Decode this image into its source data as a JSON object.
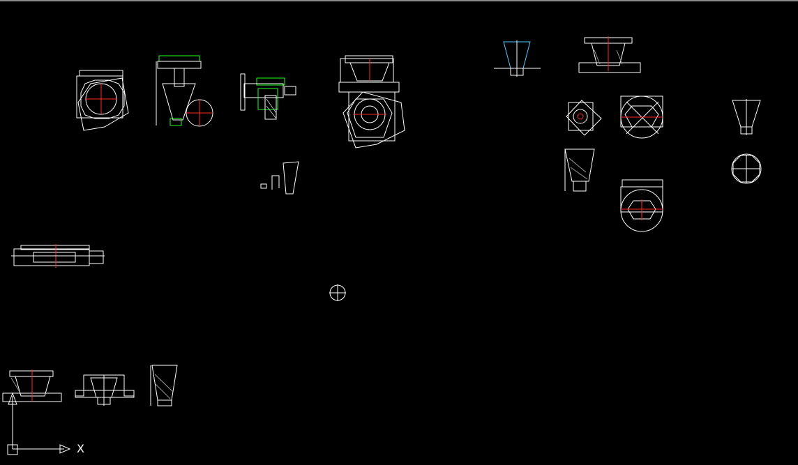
{
  "app": {
    "background": "#000000",
    "line_color": "#ffffff",
    "accent_red": "#ff2a2a",
    "accent_green": "#22ff22",
    "accent_cyan": "#55ccff"
  },
  "ucs": {
    "x_label": "X",
    "icon": "ucs-axis-icon"
  },
  "drawings": [
    "housing-plan-view",
    "shaft-assembly-section",
    "gear-assembly-section",
    "main-assembly-view",
    "small-profile-details",
    "slider-block-section",
    "circle-detail",
    "cone-liner-front-view",
    "cone-liner-section",
    "bowl-plan-view",
    "frame-plan-view",
    "tapered-funnel",
    "cone-sleeve-section",
    "frame-lower-plan",
    "funnel-detail",
    "octagon-ring-detail",
    "bottom-cone-section",
    "bottom-hopper-section",
    "bottom-liner-section"
  ]
}
